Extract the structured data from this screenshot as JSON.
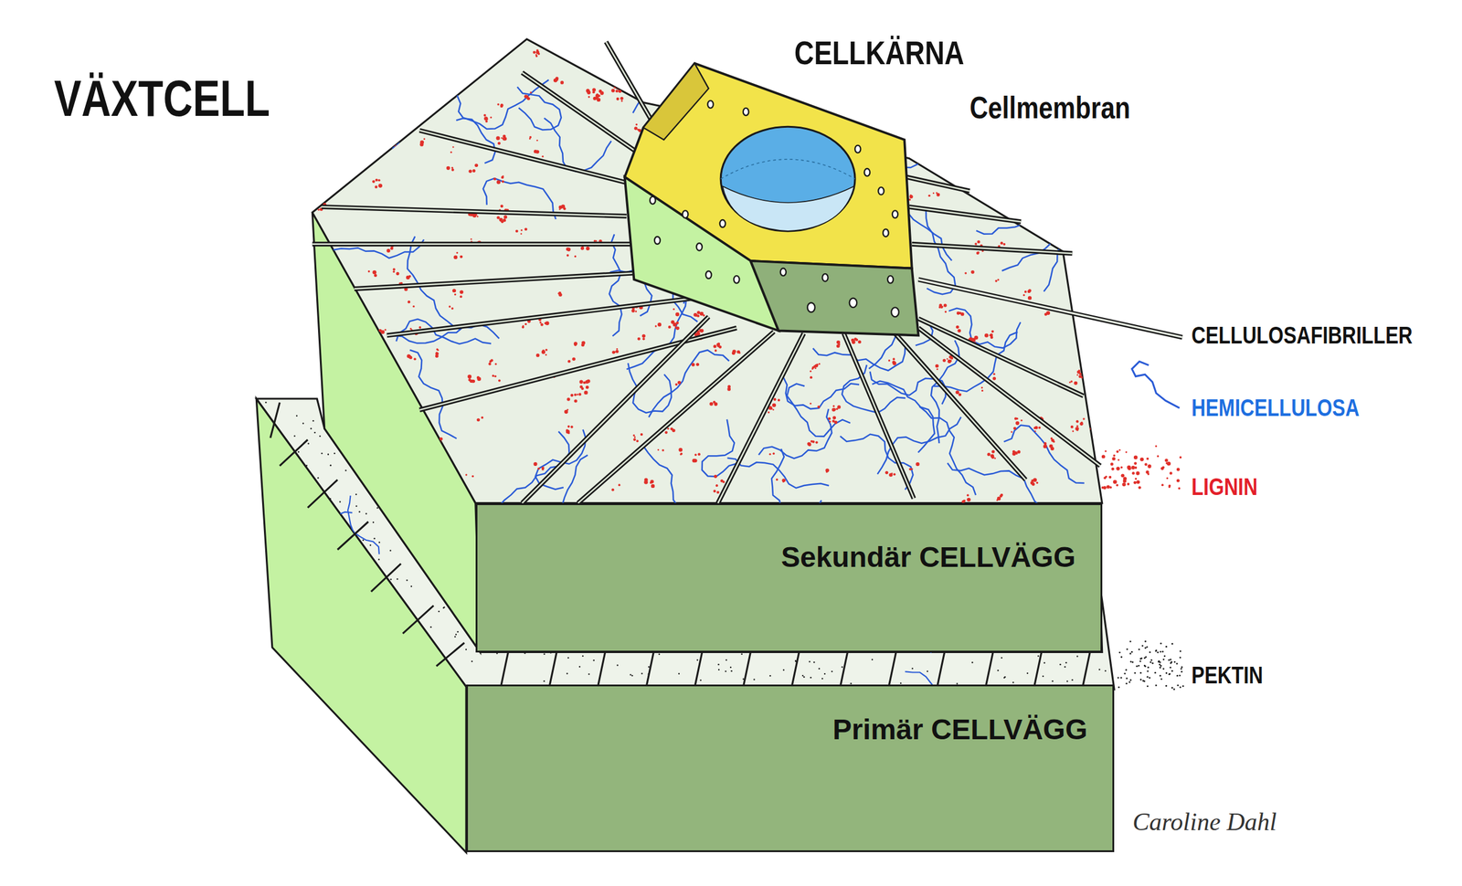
{
  "diagram": {
    "title": "VÄXTCELL",
    "nodes": [
      {
        "text": [
          "Sekundär CELLVÄGG"
        ]
      },
      {
        "text": [
          "Primär CELLVÄGG"
        ]
      }
    ],
    "labels": [
      "CELLKÄRNA",
      "Cellmembran",
      "CELLULOSAFIBRILLER",
      "HEMICELLULOSA",
      "LIGNIN",
      "PEKTIN",
      "Caroline Dahl"
    ]
  }
}
